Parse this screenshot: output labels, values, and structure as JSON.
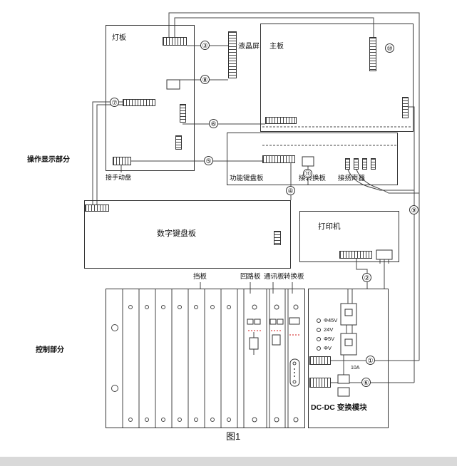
{
  "figure": {
    "caption": "图1",
    "sections": {
      "operation_display": "操作显示部分",
      "control": "控制部分"
    },
    "boards": {
      "lamp": "灯板",
      "lcd": "液晶屏",
      "main": "主板",
      "manual_pad_note": "接手动盘",
      "function_keyboard": "功能键盘板",
      "to_adapter": "接转换板",
      "to_speaker": "接扬声器",
      "numeric_keyboard": "数字键盘板",
      "printer": "打印机",
      "baffle": "挡板",
      "loop_board": "回路板",
      "comm_board": "通讯板",
      "adapter_board": "转换板",
      "dcdc_module": "DC-DC 变换模块"
    },
    "power_labels": [
      "Φ45V",
      "24V",
      "Φ5V",
      "ΦV"
    ],
    "misc_labels": {
      "fuse_rating": "10A"
    },
    "callouts": {
      "c1": "①",
      "c2": "②",
      "c3": "③",
      "c4": "④",
      "c5": "⑤",
      "c6": "⑥",
      "c6b": "⑥",
      "c7": "⑦",
      "c8": "⑧",
      "c9": "⑨",
      "c10": "⑩",
      "c11": "⑪"
    }
  }
}
